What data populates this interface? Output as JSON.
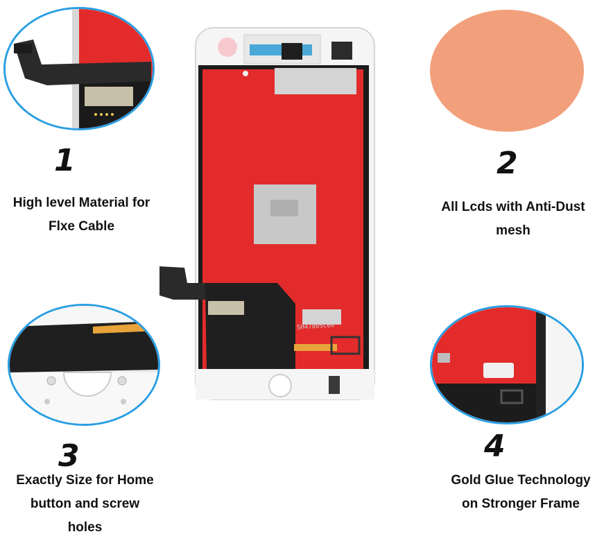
{
  "features": [
    {
      "number": "1",
      "caption": "High level Material  for\nFlxe Cable"
    },
    {
      "number": "2",
      "caption": "All Lcds with Anti-Dust\nmesh"
    },
    {
      "number": "3",
      "caption": "Exactly Size for Home\nbutton and screw\nholes"
    },
    {
      "number": "4",
      "caption": "Gold Glue Technology\non Stronger Frame"
    }
  ],
  "product": {
    "flex_label": "SH4700SC00"
  },
  "colors": {
    "red": "#e32b2b",
    "circle_ring": "#2a9ee3",
    "mesh": "#f2a07b",
    "frame": "#f5f5f5",
    "gold": "#e8a43a"
  }
}
